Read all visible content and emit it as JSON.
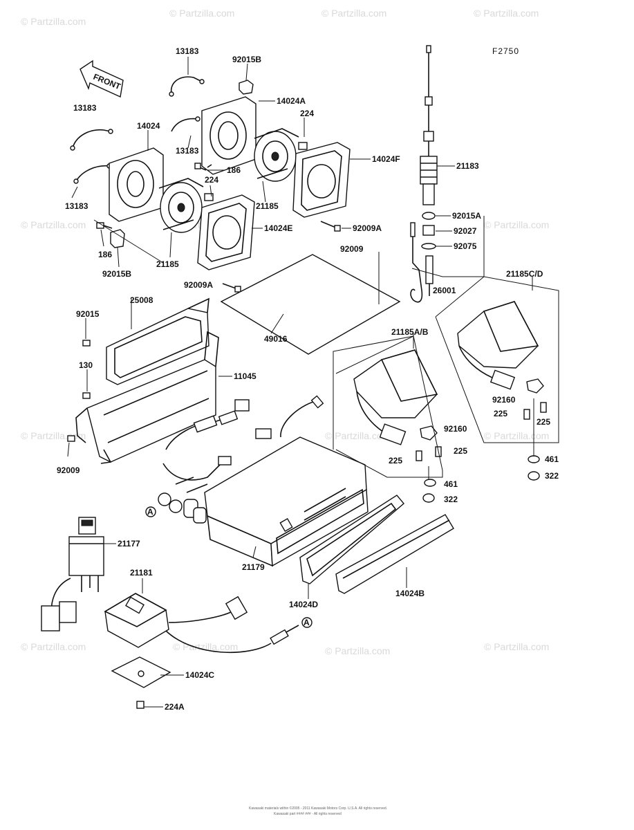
{
  "diagram_code": "F2750",
  "front_label": "FRONT",
  "watermark": "© Partzilla.com",
  "footer_line1": "Kawasaki materials within ©2005 - 2011 Kawasaki Motors Corp. U.S.A. All rights reserved.",
  "footer_line2": "Kawasaki part #### ### - All rights reserved",
  "callout_ref": "A",
  "part_labels": {
    "p13183a": "13183",
    "p92015B_t": "92015B",
    "p14024A": "14024A",
    "p224_t": "224",
    "p13183b": "13183",
    "p14024": "14024",
    "p13183c": "13183",
    "p186_t": "186",
    "p224_m": "224",
    "p14024F": "14024F",
    "p21183": "21183",
    "p13183d": "13183",
    "p21185_t": "21185",
    "p92009A_t": "92009A",
    "p14024E": "14024E",
    "p186_b": "186",
    "p92015B_b": "92015B",
    "p21185_b": "21185",
    "p92015A": "92015A",
    "p92027": "92027",
    "p92075": "92075",
    "p92009_t": "92009",
    "p26001": "26001",
    "p21185CD": "21185C/D",
    "p92009A_b": "92009A",
    "p25008": "25008",
    "p92015": "92015",
    "p49016": "49016",
    "p21185AB": "21185A/B",
    "p130": "130",
    "p11045": "11045",
    "p92160_r": "92160",
    "p225_r1": "225",
    "p225_r2": "225",
    "p92160_m": "92160",
    "p225_m1": "225",
    "p461_r": "461",
    "p225_m2": "225",
    "p322_r": "322",
    "p92009_b": "92009",
    "p461_m": "461",
    "p322_m": "322",
    "p21177": "21177",
    "p21179": "21179",
    "p21181": "21181",
    "p14024D": "14024D",
    "p14024B": "14024B",
    "p14024C": "14024C",
    "p224A": "224A"
  }
}
